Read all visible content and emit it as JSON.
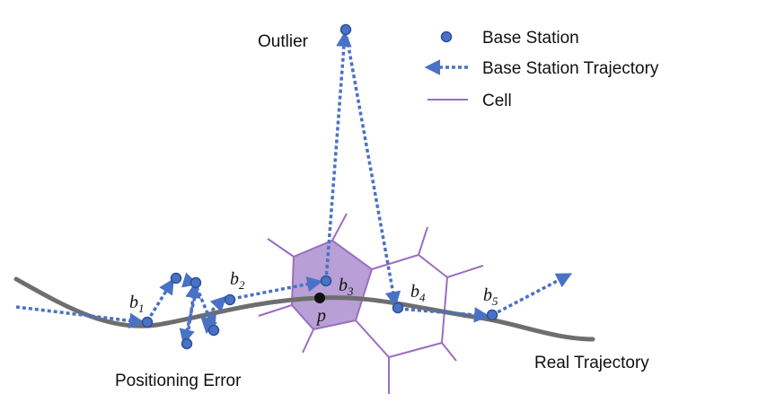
{
  "labels": {
    "outlier": "Outlier",
    "positioning_error": "Positioning Error",
    "real_trajectory": "Real Trajectory",
    "point": "p"
  },
  "legend": {
    "base_station": "Base Station",
    "trajectory": "Base Station Trajectory",
    "cell": "Cell"
  },
  "stations": {
    "b1": {
      "letter": "b",
      "sub": "1"
    },
    "b2": {
      "letter": "b",
      "sub": "2"
    },
    "b3": {
      "letter": "b",
      "sub": "3"
    },
    "b4": {
      "letter": "b",
      "sub": "4"
    },
    "b5": {
      "letter": "b",
      "sub": "5"
    }
  },
  "colors": {
    "station_fill": "#4a72c4",
    "station_stroke": "#2b4f9a",
    "trajectory": "#4a72c4",
    "cell": "#9b6dc0",
    "cell_fill": "#a07fc7",
    "real_trajectory": "#6e6e6e",
    "point": "#111111"
  }
}
